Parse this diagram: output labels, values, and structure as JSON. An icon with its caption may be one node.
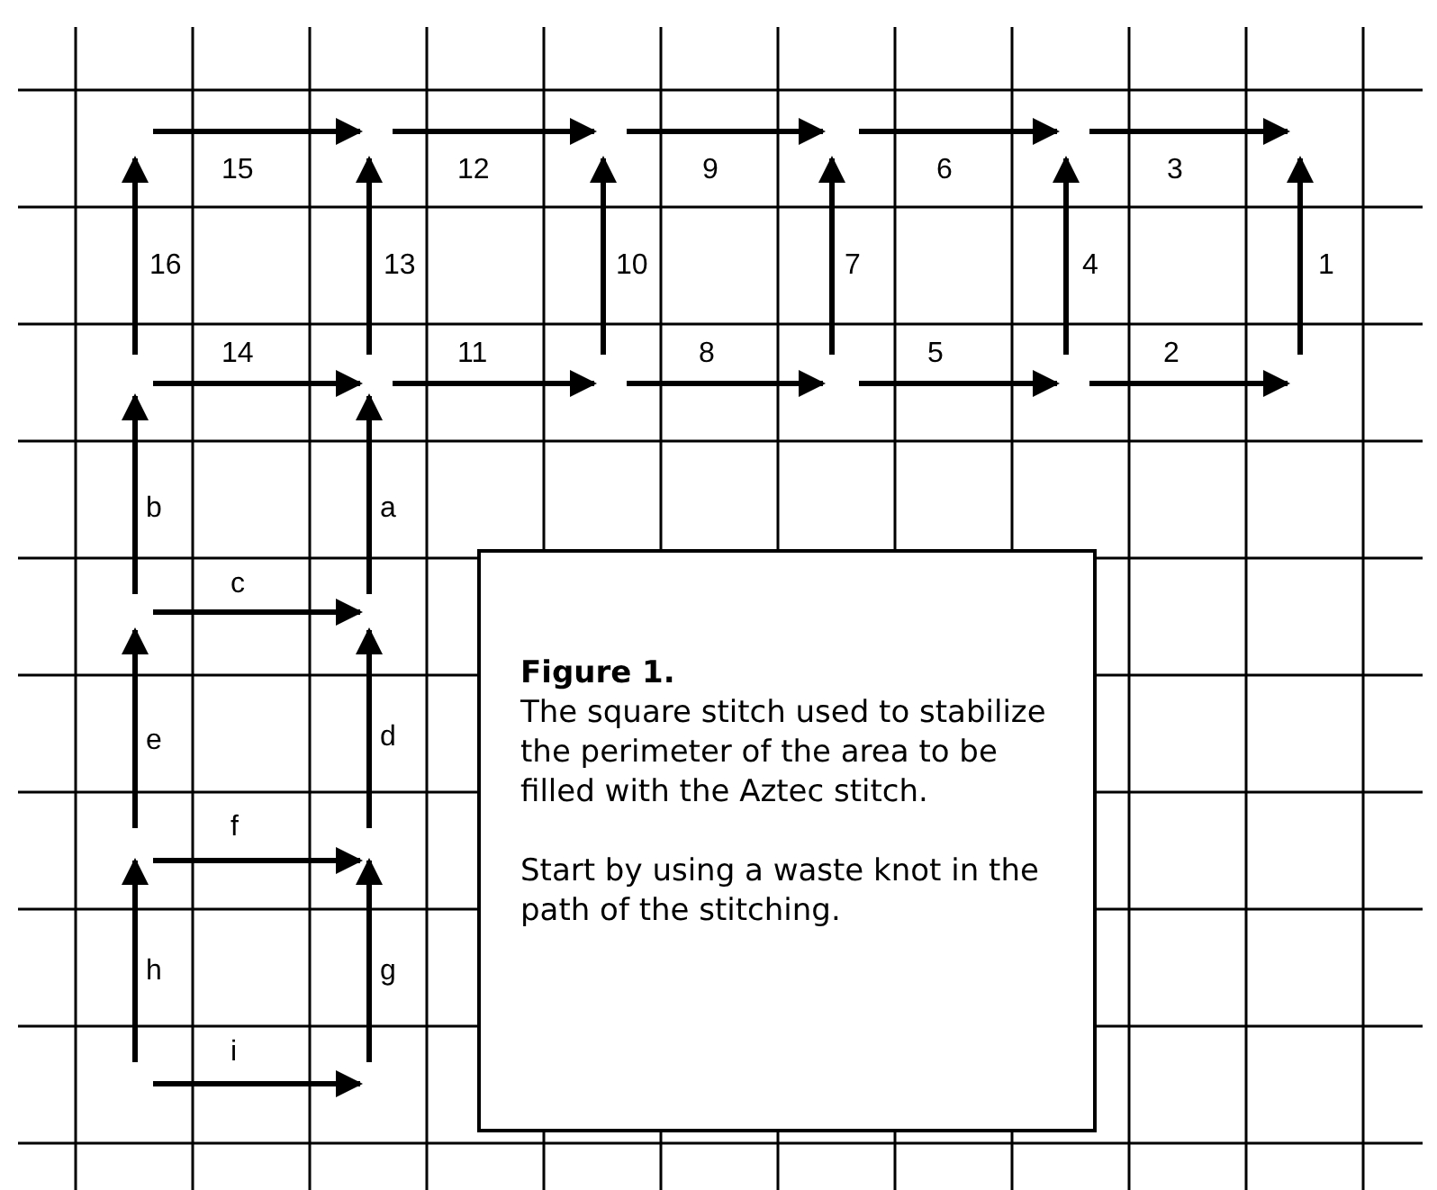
{
  "diagram": {
    "nodes": [
      {
        "text": [
          "Figure 1.",
          "The square stitch used to stabilize the perimeter of the area to be filled with the Aztec stitch.",
          "Start by using a waste knot in the path of the stitching."
        ]
      }
    ],
    "edges": [],
    "labels": [
      "15",
      "12",
      "9",
      "6",
      "3",
      "16",
      "13",
      "10",
      "7",
      "4",
      "1",
      "14",
      "11",
      "8",
      "5",
      "2",
      "b",
      "a",
      "c",
      "e",
      "d",
      "f",
      "h",
      "g",
      "i"
    ]
  }
}
